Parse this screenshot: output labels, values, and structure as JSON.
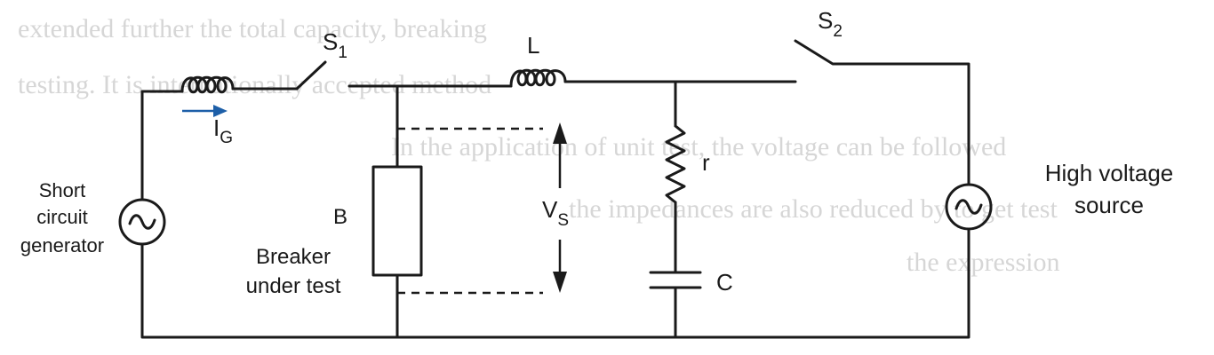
{
  "diagram": {
    "colors": {
      "wire": "#1a1a1a",
      "current_arrow": "#1d5fa8",
      "background_text": "#d6d6d6"
    },
    "background_text_lines": [
      "extended further the total capacity, breaking",
      "testing. It is internationally accepted method",
      "In the application of unit test, the voltage can be followed",
      "the impedances are also reduced by to get test",
      "the expression"
    ],
    "labels": {
      "switch_s1": {
        "main": "S",
        "sub": "1"
      },
      "switch_s2": {
        "main": "S",
        "sub": "2"
      },
      "inductor_l": "L",
      "current_ig": {
        "main": "I",
        "sub": "G"
      },
      "resistor_r": "r",
      "capacitor_c": "C",
      "voltage_vs": {
        "main": "V",
        "sub": "S"
      },
      "breaker_b": "B",
      "breaker_caption": [
        "Breaker",
        "under test"
      ],
      "short_circuit_generator": [
        "Short",
        "circuit",
        "generator"
      ],
      "high_voltage_source": [
        "High voltage",
        "source"
      ]
    }
  }
}
